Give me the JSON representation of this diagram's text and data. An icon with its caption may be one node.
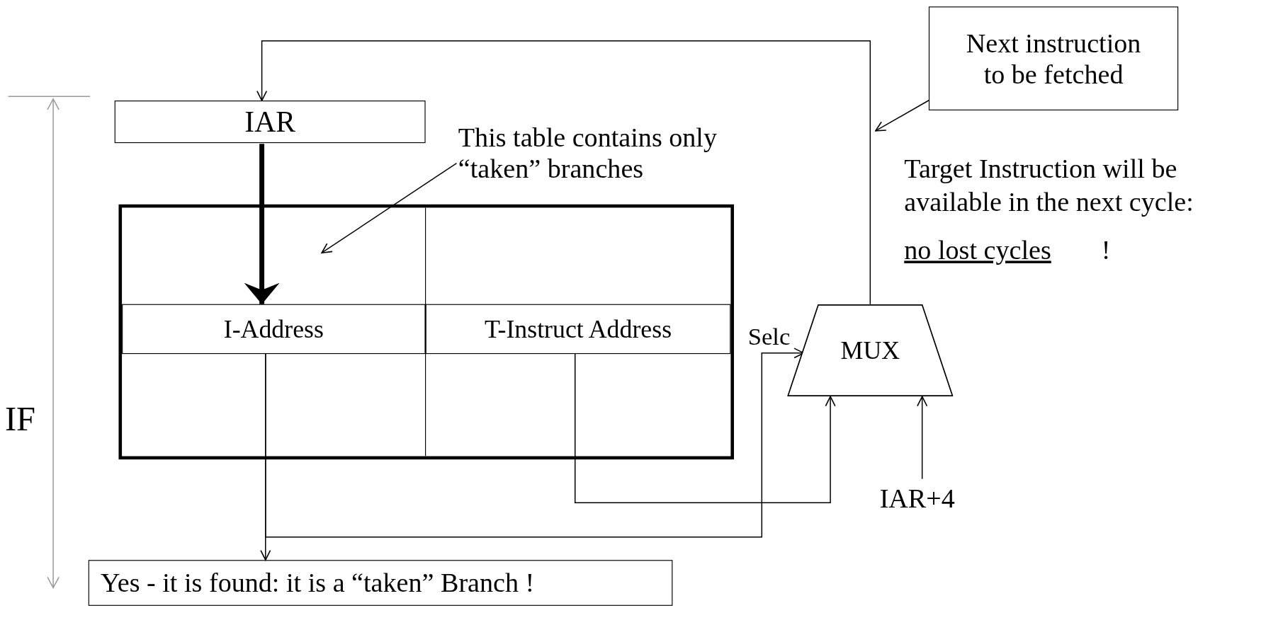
{
  "diagram": {
    "nodes": [
      {
        "text": [
          "IAR"
        ]
      },
      {
        "text": [],
        "shape": "box"
      },
      {
        "text": [
          "I-Address"
        ],
        "in": 1
      },
      {
        "text": [
          "T-Instruct Address"
        ],
        "in": 1
      },
      {
        "text": [
          "MUX"
        ]
      },
      {
        "text": [
          "Next instruction to be fetched"
        ]
      },
      {
        "text": [
          "This table contains only “taken” branches"
        ]
      },
      {
        "text": [
          "IAR+4"
        ]
      },
      {
        "text": [
          "Yes - it is found: it is a “taken” Branch !"
        ]
      }
    ],
    "edges": [
      {
        "from": 0,
        "to": 2,
        "arrow": "to",
        "style": "thick"
      },
      {
        "from": 6,
        "to": 1,
        "arrow": "to"
      },
      {
        "from": 5,
        "to": null,
        "arrow": "to"
      },
      {
        "from": 4,
        "to": 0,
        "arrow": "to"
      },
      {
        "from": 3,
        "to": 4,
        "arrow": "to"
      },
      {
        "from": 7,
        "to": 4,
        "arrow": "to"
      },
      {
        "from": 2,
        "to": 4,
        "arrow": "to",
        "label": "Selc"
      },
      {
        "from": 2,
        "to": 8,
        "arrow": "to"
      }
    ],
    "labels": [
      "IF",
      "Target Instruction will be available in the next cycle:",
      "no lost cycles",
      "!"
    ]
  }
}
